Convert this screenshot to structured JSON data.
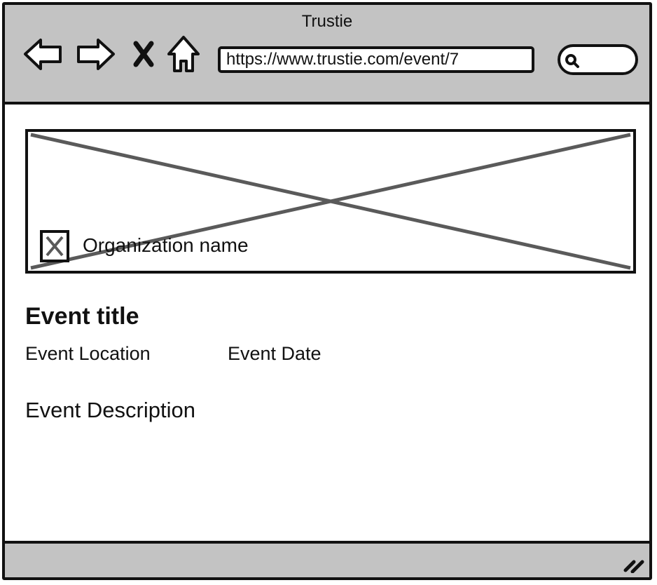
{
  "window": {
    "title": "Trustie"
  },
  "toolbar": {
    "back_icon": "arrow-left-icon",
    "forward_icon": "arrow-right-icon",
    "stop_icon": "close-icon",
    "home_icon": "home-icon",
    "url": "https://www.trustie.com/event/7",
    "search_icon": "search-icon"
  },
  "hero": {
    "image": "image-placeholder",
    "organization_logo": "image-placeholder-icon",
    "organization_name": "Organization name"
  },
  "event": {
    "title": "Event title",
    "location": "Event Location",
    "date": "Event Date",
    "description": "Event Description"
  },
  "statusbar": {
    "grip_icon": "resize-grip-icon"
  }
}
